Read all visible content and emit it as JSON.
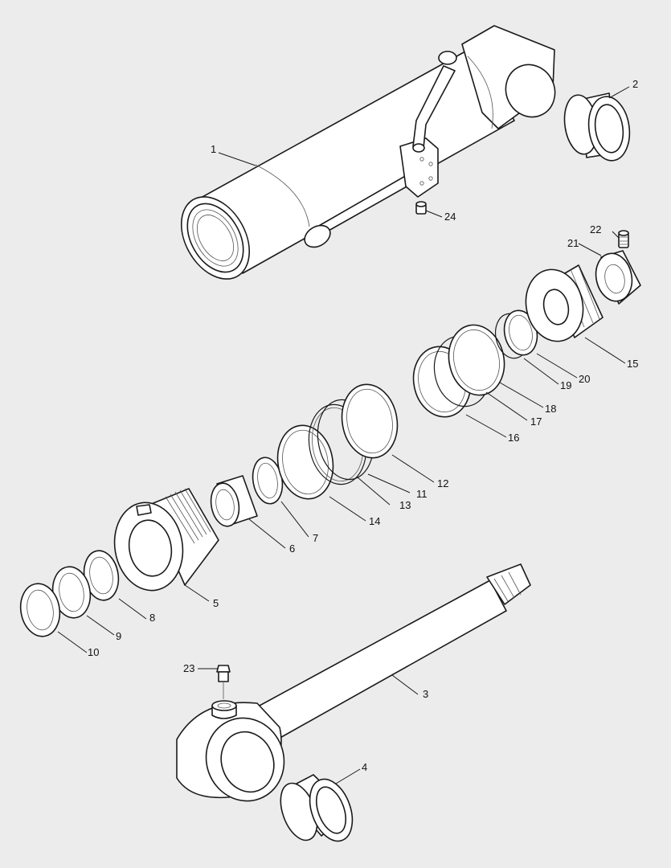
{
  "callouts": [
    {
      "id": "1",
      "label": "1"
    },
    {
      "id": "2",
      "label": "2"
    },
    {
      "id": "3",
      "label": "3"
    },
    {
      "id": "4",
      "label": "4"
    },
    {
      "id": "5",
      "label": "5"
    },
    {
      "id": "6",
      "label": "6"
    },
    {
      "id": "7",
      "label": "7"
    },
    {
      "id": "8",
      "label": "8"
    },
    {
      "id": "9",
      "label": "9"
    },
    {
      "id": "10",
      "label": "10"
    },
    {
      "id": "11",
      "label": "11"
    },
    {
      "id": "12",
      "label": "12"
    },
    {
      "id": "13",
      "label": "13"
    },
    {
      "id": "14",
      "label": "14"
    },
    {
      "id": "15",
      "label": "15"
    },
    {
      "id": "16",
      "label": "16"
    },
    {
      "id": "17",
      "label": "17"
    },
    {
      "id": "18",
      "label": "18"
    },
    {
      "id": "19",
      "label": "19"
    },
    {
      "id": "20",
      "label": "20"
    },
    {
      "id": "21",
      "label": "21"
    },
    {
      "id": "22",
      "label": "22"
    },
    {
      "id": "23",
      "label": "23"
    },
    {
      "id": "24",
      "label": "24"
    }
  ],
  "colors": {
    "background": "#ececec",
    "line": "#1a1a1a",
    "fill": "#ffffff"
  }
}
